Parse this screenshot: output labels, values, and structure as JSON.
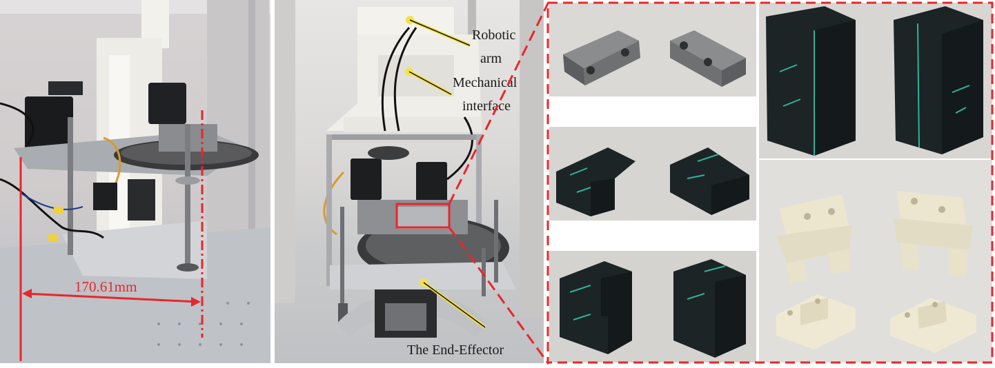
{
  "panels": {
    "left": {
      "dimension_label": "170.61mm"
    },
    "middle": {
      "labels": {
        "robotic_arm_line1": "Robotic",
        "robotic_arm_line2": "arm",
        "mechanical_interface_line1": "Mechanical",
        "mechanical_interface_line2": "interface",
        "end_effector": "The End-Effector"
      }
    }
  },
  "colors": {
    "annotation_red": "#e8262b",
    "leader_yellow": "#f2e24a",
    "leader_black": "#111111",
    "carbon_part": "#1c2426",
    "carbon_accent": "#2fb39a",
    "metal_part": "#6f7072",
    "resin_part": "#ece6cf"
  }
}
